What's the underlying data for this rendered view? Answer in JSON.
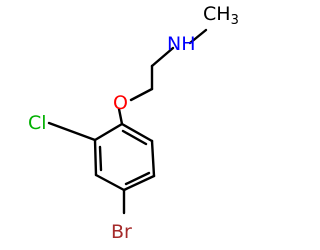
{
  "molecule": {
    "atoms": {
      "methyl": {
        "text": "CH",
        "sub": "3",
        "color": "#000000"
      },
      "amine": {
        "text": "NH",
        "color": "#0000ff"
      },
      "oxygen": {
        "text": "O",
        "color": "#ff0000"
      },
      "chlorine": {
        "text": "Cl",
        "color": "#00b000"
      },
      "bromine": {
        "text": "Br",
        "color": "#a52a2a"
      }
    },
    "bond_color": "#000000"
  }
}
